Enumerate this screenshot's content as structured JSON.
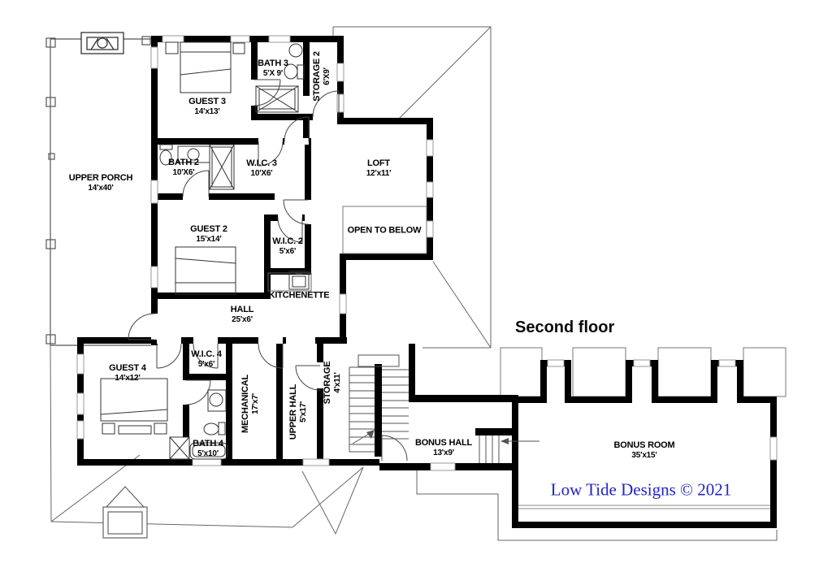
{
  "meta": {
    "floor_title": "Second floor",
    "credit": "Low Tide Designs © 2021",
    "credit_color": "#2323c8",
    "wall_color": "#000000",
    "thin_line_color": "#555555"
  },
  "rooms": [
    {
      "id": "upper-porch",
      "name": "UPPER PORCH",
      "dims": "14'x40'"
    },
    {
      "id": "guest-3",
      "name": "GUEST 3",
      "dims": "14'x13'"
    },
    {
      "id": "bath-3",
      "name": "BATH 3",
      "dims": "5'X 9'"
    },
    {
      "id": "storage-2",
      "name": "STORAGE 2",
      "dims": "6'X9'"
    },
    {
      "id": "bath-2",
      "name": "BATH 2",
      "dims": "10'X6'"
    },
    {
      "id": "wic-3",
      "name": "W.I.C. 3",
      "dims": "10'X6'"
    },
    {
      "id": "loft",
      "name": "LOFT",
      "dims": "12'x11'"
    },
    {
      "id": "guest-2",
      "name": "GUEST 2",
      "dims": "15'x14'"
    },
    {
      "id": "wic-2",
      "name": "W.I.C. 2",
      "dims": "5'x6'"
    },
    {
      "id": "open-to-below",
      "name": "OPEN TO BELOW",
      "dims": ""
    },
    {
      "id": "kitchenette",
      "name": "KITCHENETTE",
      "dims": ""
    },
    {
      "id": "hall",
      "name": "HALL",
      "dims": "25'x6'"
    },
    {
      "id": "guest-4",
      "name": "GUEST 4",
      "dims": "14'x12'"
    },
    {
      "id": "wic-4",
      "name": "W.I.C. 4",
      "dims": "5'x6'"
    },
    {
      "id": "mechanical",
      "name": "MECHANICAL",
      "dims": "17'x7'"
    },
    {
      "id": "upper-hall",
      "name": "UPPER HALL",
      "dims": "5'x17'"
    },
    {
      "id": "storage",
      "name": "STORAGE",
      "dims": "4'x11'"
    },
    {
      "id": "bath-4",
      "name": "BATH 4",
      "dims": "5'x10'"
    },
    {
      "id": "bonus-hall",
      "name": "BONUS HALL",
      "dims": "13'x9'"
    },
    {
      "id": "bonus-room",
      "name": "BONUS ROOM",
      "dims": "35'x15'"
    }
  ]
}
